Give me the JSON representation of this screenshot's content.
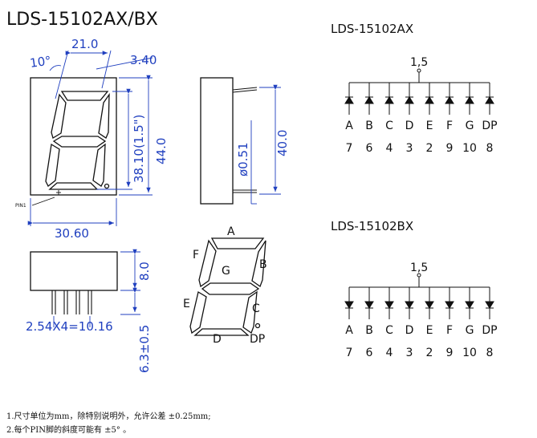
{
  "title": "LDS-15102AX/BX",
  "dimensions": {
    "top_width": "21.0",
    "angle": "10°",
    "segment_gap": "3.40",
    "digit_height": "38.10(1.5\")",
    "body_height": "44.0",
    "body_width": "30.60",
    "pin_dia": "ø0.51",
    "side_height": "40.0",
    "bottom_height": "8.0",
    "pin_pitch": "2.54X4=10.16",
    "pin_length": "6.3±0.5"
  },
  "pin1_label": "PIN1",
  "segment_letters": [
    "A",
    "B",
    "C",
    "D",
    "E",
    "F",
    "G",
    "DP"
  ],
  "circuits": [
    {
      "title": "LDS-15102AX",
      "common": "1,5",
      "labels": [
        "A",
        "B",
        "C",
        "D",
        "E",
        "F",
        "G",
        "DP"
      ],
      "pins": [
        "7",
        "6",
        "4",
        "3",
        "2",
        "9",
        "10",
        "8"
      ]
    },
    {
      "title": "LDS-15102BX",
      "common": "1,5",
      "labels": [
        "A",
        "B",
        "C",
        "D",
        "E",
        "F",
        "G",
        "DP"
      ],
      "pins": [
        "7",
        "6",
        "4",
        "3",
        "2",
        "9",
        "10",
        "8"
      ]
    }
  ],
  "notes": [
    "1.尺寸单位为mm，除特别说明外，允许公差 ±0.25mm;",
    "2.每个PIN脚的斜度可能有 ±5° 。"
  ]
}
